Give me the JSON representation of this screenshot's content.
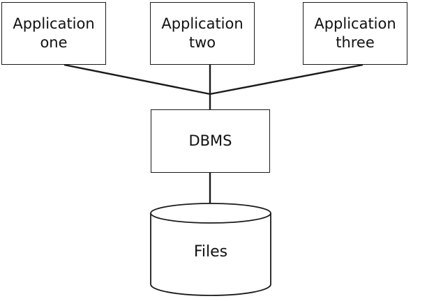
{
  "applications": [
    {
      "line1": "Application",
      "line2": "one"
    },
    {
      "line1": "Application",
      "line2": "two"
    },
    {
      "line1": "Application",
      "line2": "three"
    }
  ],
  "dbms": {
    "label": "DBMS"
  },
  "files": {
    "label": "Files"
  },
  "colors": {
    "stroke": "#1a1a1a",
    "background": "#ffffff"
  }
}
